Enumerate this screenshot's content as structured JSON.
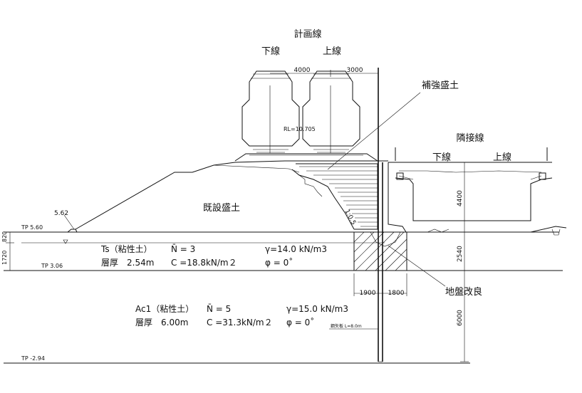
{
  "plan": {
    "title": "計画線",
    "down_track": "下線",
    "up_track": "上線",
    "dim_left": "4000",
    "dim_right": "3000",
    "rail_level": "RL=10.705"
  },
  "adjacent": {
    "title": "隣接線",
    "down_track": "下線",
    "up_track": "上線",
    "dim_height": "4400"
  },
  "labels": {
    "reinforced_fill": "補強盛土",
    "existing_fill": "既設盛土",
    "ground_improvement": "地盤改良",
    "slope": "1:0.5",
    "pile": "鋼矢板 L=8.0m",
    "height_562": "5.62"
  },
  "levels": {
    "tp560": "TP 5.60",
    "tp306": "TP 3.06",
    "tp294": "TP -2.94"
  },
  "dims": {
    "d1720": "1720",
    "d820": "820",
    "d1900": "1900",
    "d1800": "1800",
    "d2540": "2540",
    "d6000": "6000"
  },
  "layer_ts": {
    "name": "Ts（粘性土）",
    "thickness": "層厚　2.54m",
    "n": "N̄ = 3",
    "c": "C =18.8kN/m２",
    "gamma": "γ=14.0 kN/m3",
    "phi": "φ = 0˚"
  },
  "layer_ac1": {
    "name": "Ac1（粘性土）",
    "thickness": "層厚　6.00m",
    "n": "N̄ = 5",
    "c": "C =31.3kN/m２",
    "gamma": "γ=15.0 kN/m3",
    "phi": "φ = 0˚"
  }
}
